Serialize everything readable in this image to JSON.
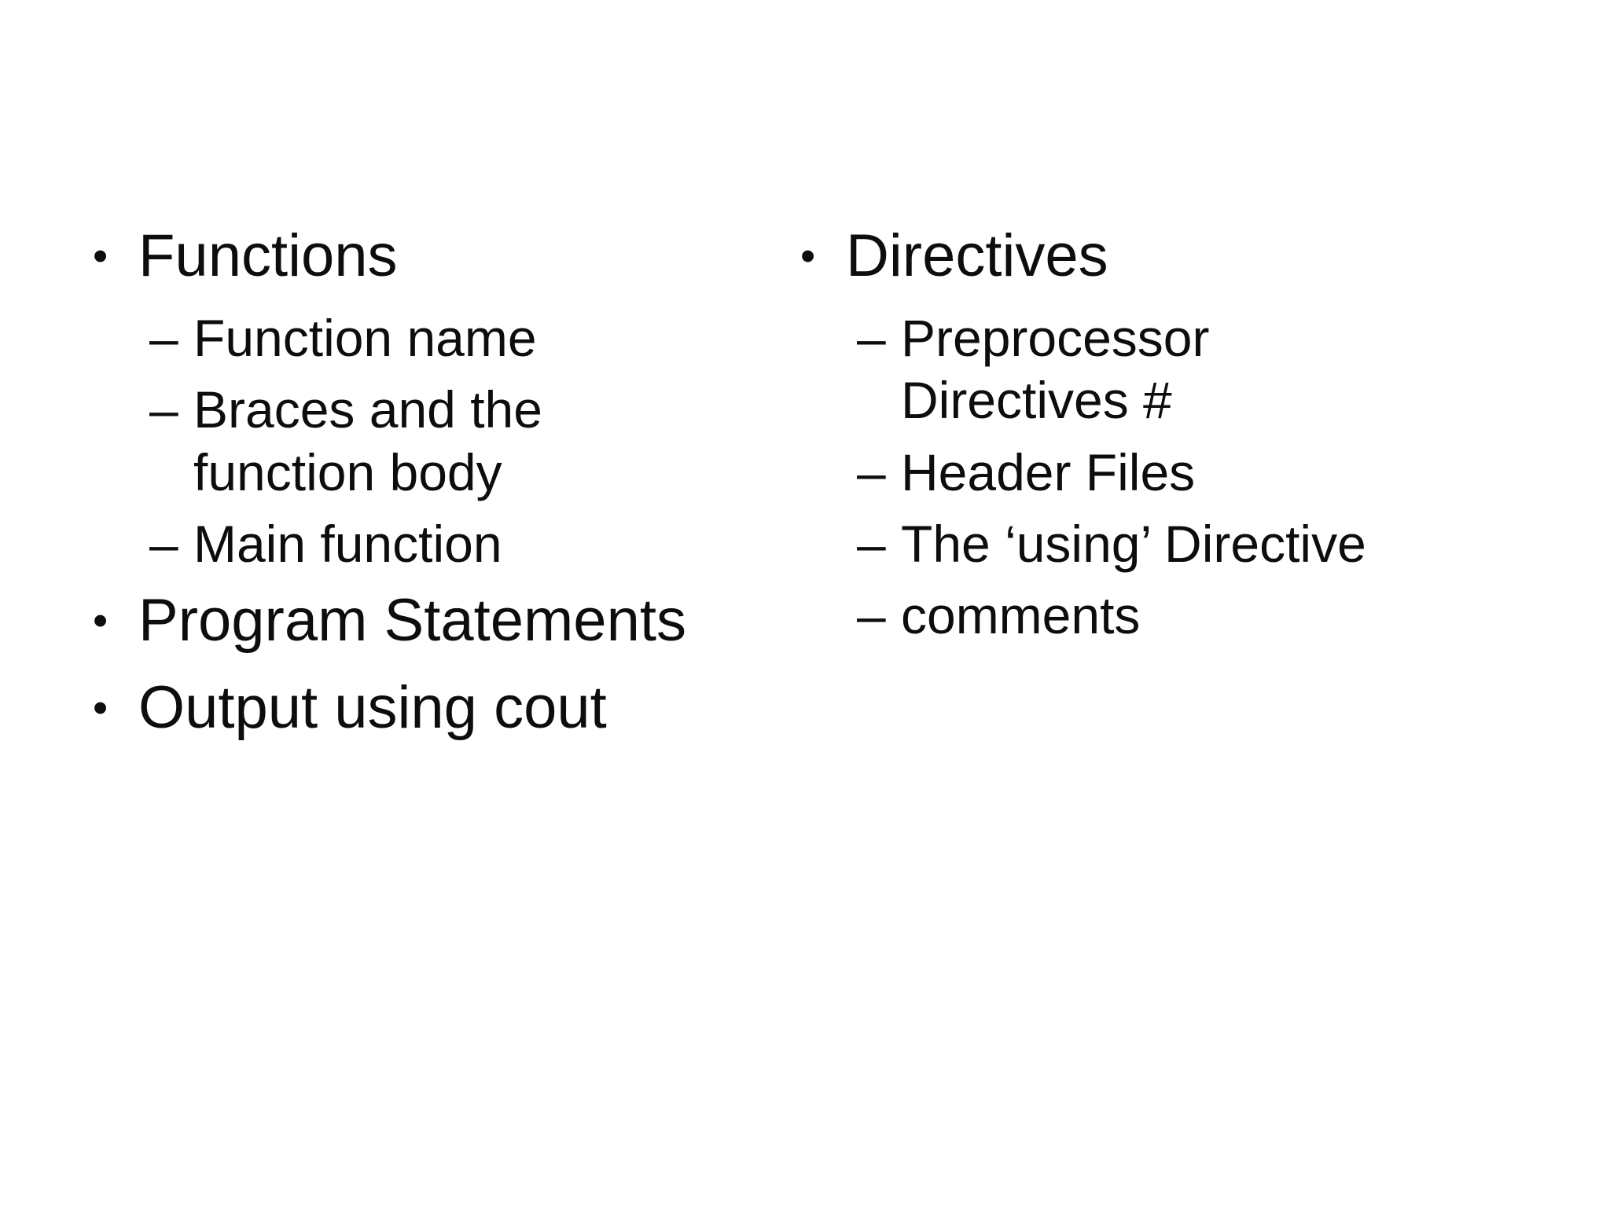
{
  "slide": {
    "colors": {
      "background": "#ffffff",
      "text": "#0d0d0d"
    },
    "markers": {
      "level1": "•",
      "level2": "–"
    },
    "left_column": {
      "items": [
        {
          "level": 1,
          "text": "Functions"
        },
        {
          "level": 2,
          "text": "Function name"
        },
        {
          "level": 2,
          "text": "Braces and the function body"
        },
        {
          "level": 2,
          "text": "Main function"
        },
        {
          "level": 1,
          "text": "Program Statements"
        },
        {
          "level": 1,
          "text": "Output using cout"
        }
      ]
    },
    "right_column": {
      "items": [
        {
          "level": 1,
          "text": "Directives"
        },
        {
          "level": 2,
          "text": "Preprocessor Directives #"
        },
        {
          "level": 2,
          "text": "Header Files"
        },
        {
          "level": 2,
          "text": "The ‘using’ Directive"
        },
        {
          "level": 2,
          "text": "comments"
        }
      ]
    }
  }
}
